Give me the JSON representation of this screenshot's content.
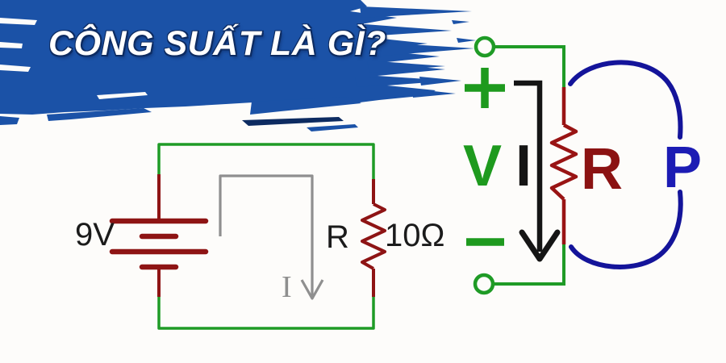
{
  "banner": {
    "title": "CÔNG SUẤT LÀ GÌ?",
    "colors": {
      "background": "#1b52a7",
      "text": "#ffffff",
      "outline": "#0d2b61"
    }
  },
  "left_circuit": {
    "battery_voltage": "9V",
    "resistor_name": "R",
    "resistor_value": "10Ω",
    "current_label": "I",
    "colors": {
      "wire": "#1f9b26",
      "component": "#8e1414",
      "current_path": "#8f8f8f",
      "text": "#1b1b1b"
    }
  },
  "right_diagram": {
    "voltage_label": "V",
    "current_label": "I",
    "resistance_label": "R",
    "power_label": "P",
    "plus_terminal": "+",
    "minus_terminal": "−",
    "colors": {
      "voltage": "#1e9a1e",
      "current": "#151515",
      "resistance": "#8b1212",
      "power": "#1c1cb4",
      "power_brace": "#14149a",
      "wire": "#1f9b26",
      "resistor": "#991414"
    }
  }
}
